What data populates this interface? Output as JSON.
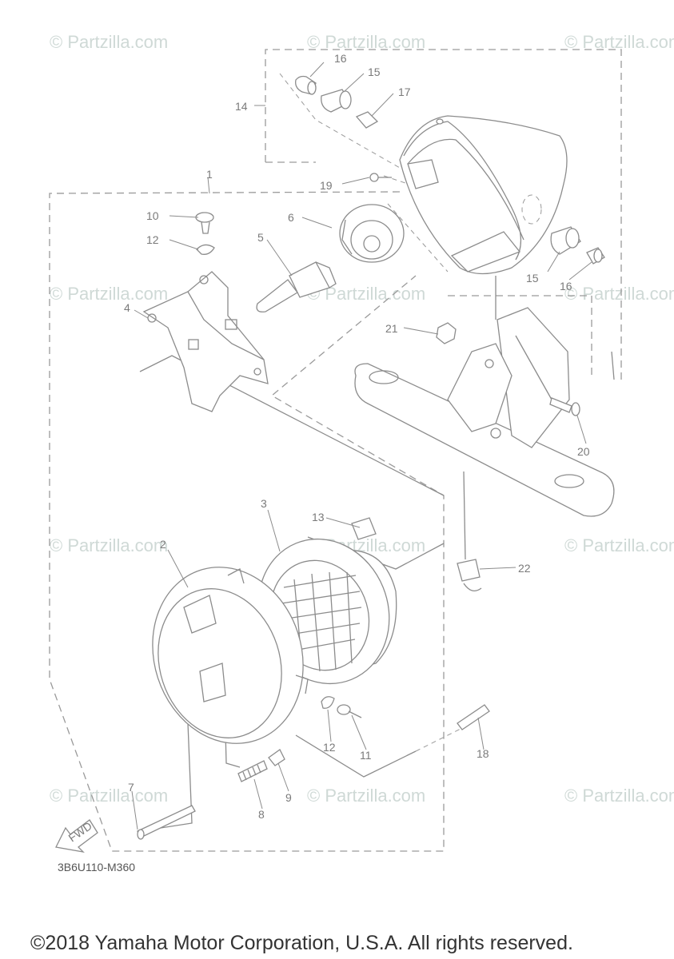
{
  "watermark_text": "© Partzilla.com",
  "diagram_code": "3B6U110-M360",
  "copyright": "©2018 Yamaha Motor Corporation, U.S.A. All rights reserved.",
  "fwd_label": "FWD",
  "callouts": [
    {
      "id": "1",
      "text": "1"
    },
    {
      "id": "2",
      "text": "2"
    },
    {
      "id": "3",
      "text": "3"
    },
    {
      "id": "4",
      "text": "4"
    },
    {
      "id": "5",
      "text": "5"
    },
    {
      "id": "6",
      "text": "6"
    },
    {
      "id": "7",
      "text": "7"
    },
    {
      "id": "8",
      "text": "8"
    },
    {
      "id": "9",
      "text": "9"
    },
    {
      "id": "10",
      "text": "10"
    },
    {
      "id": "11",
      "text": "11"
    },
    {
      "id": "12a",
      "text": "12"
    },
    {
      "id": "12b",
      "text": "12"
    },
    {
      "id": "13",
      "text": "13"
    },
    {
      "id": "14",
      "text": "14"
    },
    {
      "id": "15a",
      "text": "15"
    },
    {
      "id": "15b",
      "text": "15"
    },
    {
      "id": "16a",
      "text": "16"
    },
    {
      "id": "16b",
      "text": "16"
    },
    {
      "id": "17",
      "text": "17"
    },
    {
      "id": "18",
      "text": "18"
    },
    {
      "id": "19",
      "text": "19"
    },
    {
      "id": "20",
      "text": "20"
    },
    {
      "id": "21",
      "text": "21"
    },
    {
      "id": "22",
      "text": "22"
    }
  ]
}
